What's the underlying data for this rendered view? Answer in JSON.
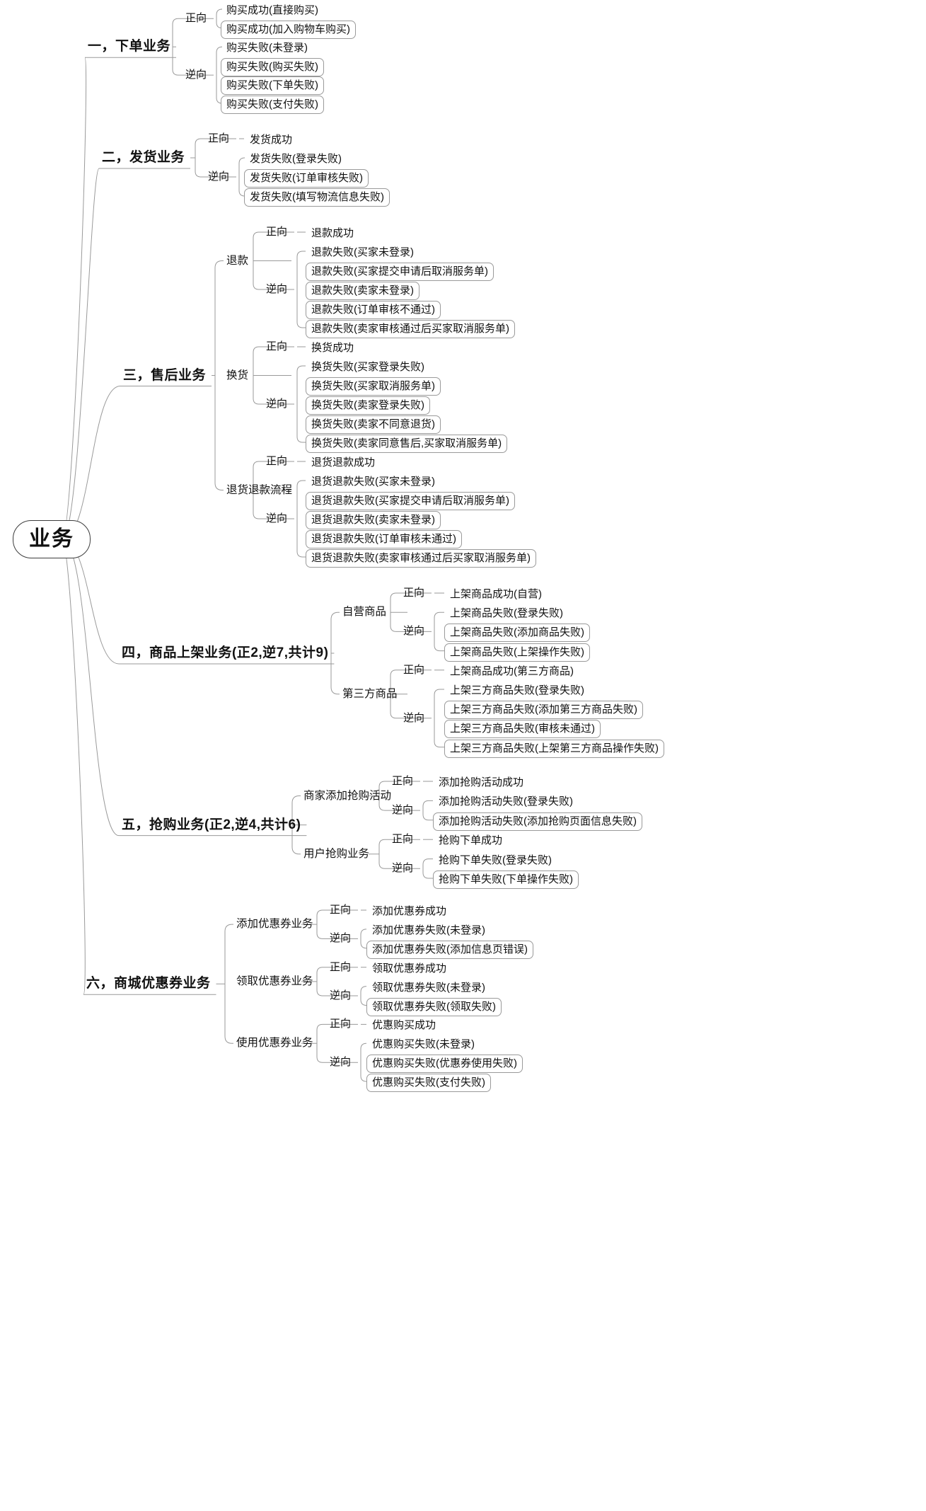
{
  "diagram": {
    "type": "mindmap",
    "root": "业务",
    "direction_labels": {
      "forward": "正向",
      "reverse": "逆向"
    },
    "branches": [
      {
        "label": "一，下单业务",
        "groups": [
          {
            "label": "",
            "forward": [
              "购买成功(直接购买)",
              "购买成功(加入购物车购买)"
            ],
            "reverse": [
              "购买失败(未登录)",
              "购买失败(购买失败)",
              "购买失败(下单失败)",
              "购买失败(支付失败)"
            ]
          }
        ]
      },
      {
        "label": "二，发货业务",
        "groups": [
          {
            "label": "",
            "forward": [
              "发货成功"
            ],
            "reverse": [
              "发货失败(登录失败)",
              "发货失败(订单审核失败)",
              "发货失败(填写物流信息失败)"
            ]
          }
        ]
      },
      {
        "label": "三，售后业务",
        "groups": [
          {
            "label": "退款",
            "forward": [
              "退款成功"
            ],
            "reverse": [
              "退款失败(买家未登录)",
              "退款失败(买家提交申请后取消服务单)",
              "退款失败(卖家未登录)",
              "退款失败(订单审核不通过)",
              "退款失败(卖家审核通过后买家取消服务单)"
            ]
          },
          {
            "label": "换货",
            "forward": [
              "换货成功"
            ],
            "reverse": [
              "换货失败(买家登录失败)",
              "换货失败(买家取消服务单)",
              "换货失败(卖家登录失败)",
              "换货失败(卖家不同意退货)",
              "换货失败(卖家同意售后,买家取消服务单)"
            ]
          },
          {
            "label": "退货退款流程",
            "forward": [
              "退货退款成功"
            ],
            "reverse": [
              "退货退款失败(买家未登录)",
              "退货退款失败(买家提交申请后取消服务单)",
              "退货退款失败(卖家未登录)",
              "退货退款失败(订单审核未通过)",
              "退货退款失败(卖家审核通过后买家取消服务单)"
            ]
          }
        ]
      },
      {
        "label": "四，商品上架业务(正2,逆7,共计9)",
        "groups": [
          {
            "label": "自营商品",
            "forward": [
              "上架商品成功(自营)"
            ],
            "reverse": [
              "上架商品失败(登录失败)",
              "上架商品失败(添加商品失败)",
              "上架商品失败(上架操作失败)"
            ]
          },
          {
            "label": "第三方商品",
            "forward": [
              "上架商品成功(第三方商品)"
            ],
            "reverse": [
              "上架三方商品失败(登录失败)",
              "上架三方商品失败(添加第三方商品失败)",
              "上架三方商品失败(审核未通过)",
              "上架三方商品失败(上架第三方商品操作失败)"
            ]
          }
        ]
      },
      {
        "label": "五，抢购业务(正2,逆4,共计6)",
        "groups": [
          {
            "label": "商家添加抢购活动",
            "forward": [
              "添加抢购活动成功"
            ],
            "reverse": [
              "添加抢购活动失败(登录失败)",
              "添加抢购活动失败(添加抢购页面信息失败)"
            ]
          },
          {
            "label": "用户抢购业务",
            "forward": [
              "抢购下单成功"
            ],
            "reverse": [
              "抢购下单失败(登录失败)",
              "抢购下单失败(下单操作失败)"
            ]
          }
        ]
      },
      {
        "label": "六，商城优惠券业务",
        "groups": [
          {
            "label": "添加优惠券业务",
            "forward": [
              "添加优惠券成功"
            ],
            "reverse": [
              "添加优惠券失败(未登录)",
              "添加优惠券失败(添加信息页错误)"
            ]
          },
          {
            "label": "领取优惠券业务",
            "forward": [
              "领取优惠券成功"
            ],
            "reverse": [
              "领取优惠券失败(未登录)",
              "领取优惠券失败(领取失败)"
            ]
          },
          {
            "label": "使用优惠券业务",
            "forward": [
              "优惠购买成功"
            ],
            "reverse": [
              "优惠购买失败(未登录)",
              "优惠购买失败(优惠券使用失败)",
              "优惠购买失败(支付失败)"
            ]
          }
        ]
      }
    ]
  },
  "colors": {
    "line": "#9a9a9a",
    "root_border": "#3c3c3c",
    "text": "#111111",
    "background": "#ffffff"
  }
}
